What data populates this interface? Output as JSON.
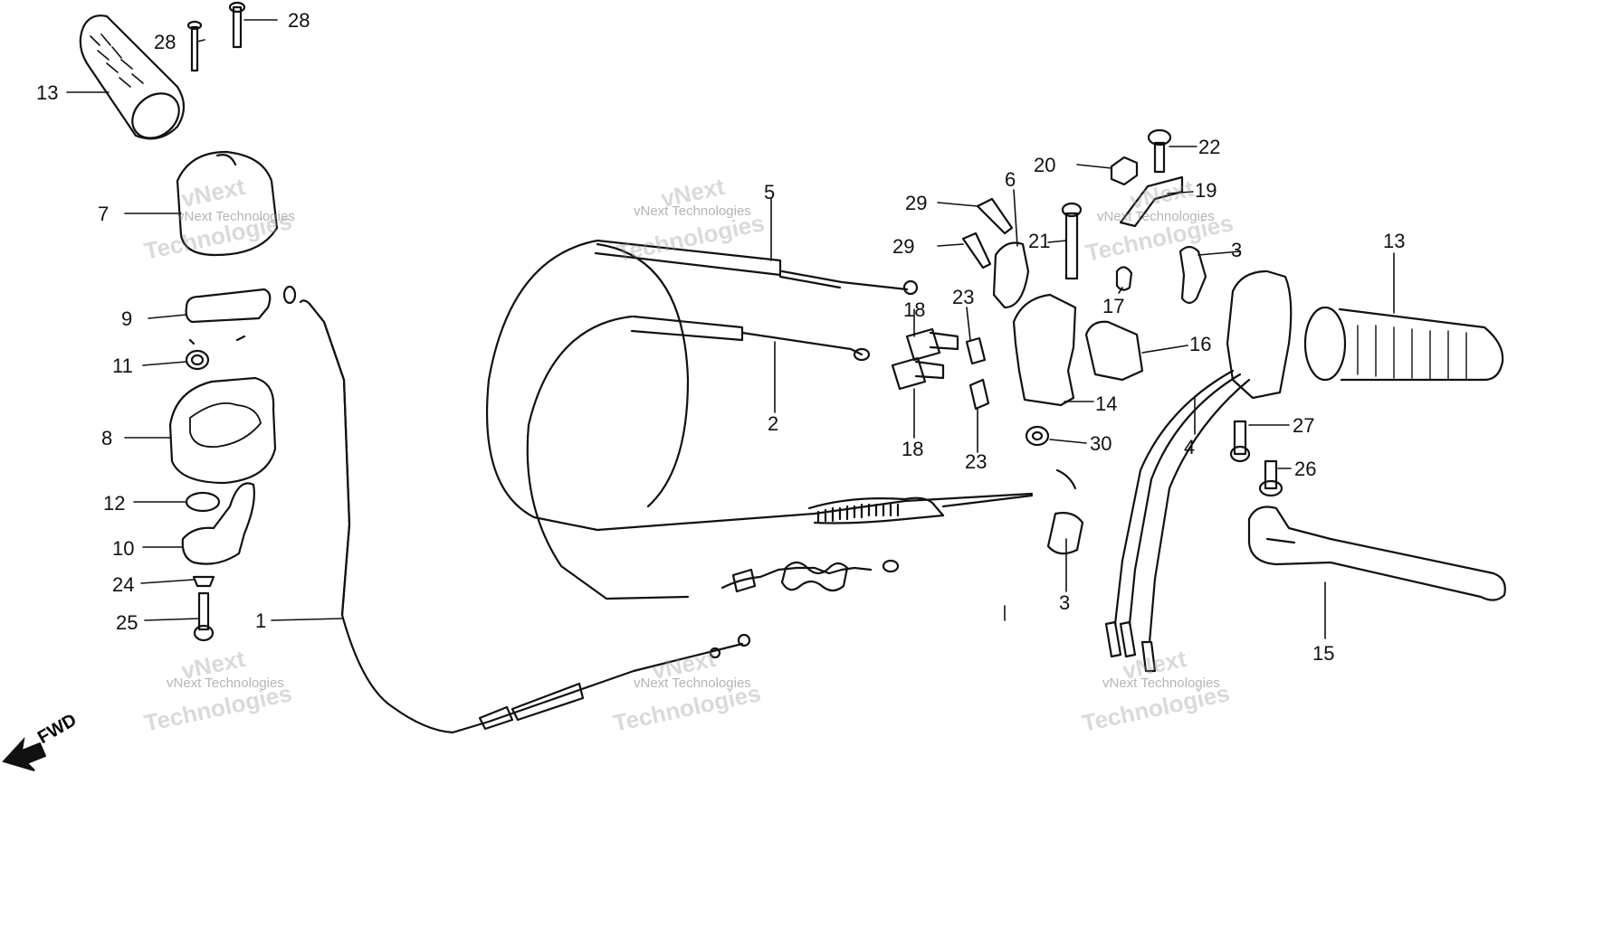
{
  "diagram": {
    "direction_label": "FWD",
    "watermark_text": "vNext Technologies",
    "watermark_big_line1": "vNext",
    "watermark_big_line2": "Technologies",
    "callouts": {
      "c1": "1",
      "c2": "2",
      "c3a": "3",
      "c3b": "3",
      "c4": "4",
      "c5": "5",
      "c6": "6",
      "c7": "7",
      "c8": "8",
      "c9": "9",
      "c10": "10",
      "c11": "11",
      "c12": "12",
      "c13a": "13",
      "c13b": "13",
      "c14": "14",
      "c15": "15",
      "c16": "16",
      "c17": "17",
      "c18a": "18",
      "c18b": "18",
      "c19": "19",
      "c20": "20",
      "c21": "21",
      "c22": "22",
      "c23a": "23",
      "c23b": "23",
      "c24": "24",
      "c25": "25",
      "c26": "26",
      "c27": "27",
      "c28a": "28",
      "c28b": "28",
      "c29a": "29",
      "c29b": "29",
      "c30": "30"
    }
  }
}
